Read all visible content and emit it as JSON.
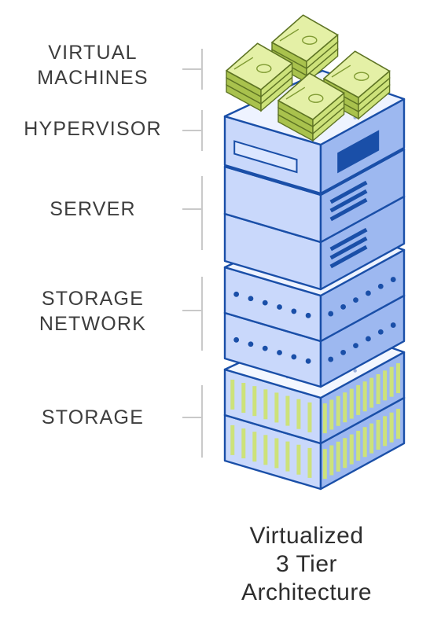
{
  "layers": [
    {
      "id": "virtual-machines",
      "lines": [
        "VIRTUAL",
        "MACHINES"
      ]
    },
    {
      "id": "hypervisor",
      "lines": [
        "HYPERVISOR"
      ]
    },
    {
      "id": "server",
      "lines": [
        "SERVER"
      ]
    },
    {
      "id": "storage-network",
      "lines": [
        "STORAGE",
        "NETWORK"
      ]
    },
    {
      "id": "storage",
      "lines": [
        "STORAGE"
      ]
    }
  ],
  "caption": [
    "Virtualized",
    "3 Tier",
    "Architecture"
  ],
  "colors": {
    "outline": "#1a4fa8",
    "blue_top": "#eef3ff",
    "blue_left": "#c9d8fb",
    "blue_right": "#9db8f0",
    "green": "#cde27a",
    "green_dark": "#a9c24d",
    "label_text": "#3d3d3d",
    "bracket": "#c9c9c9"
  }
}
